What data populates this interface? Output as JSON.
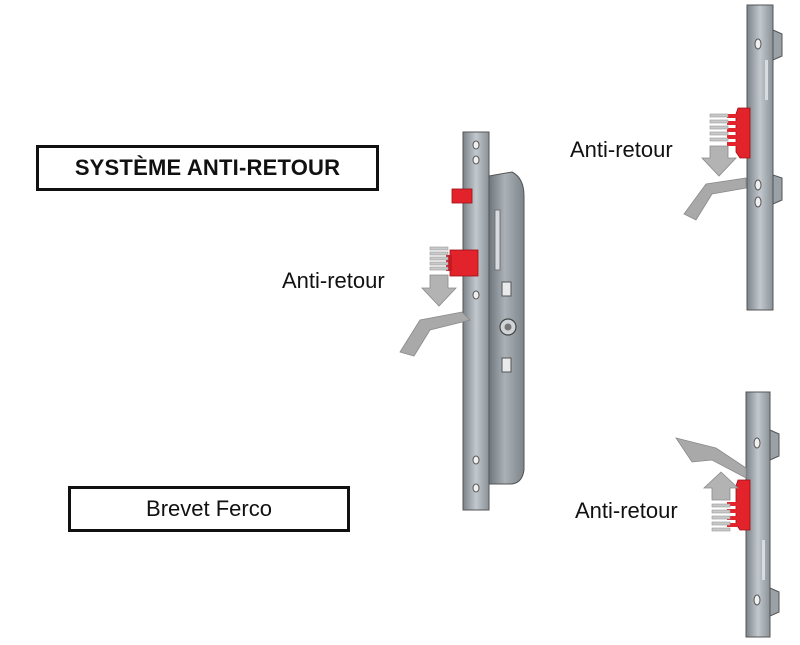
{
  "title": "SYSTÈME ANTI-RETOUR",
  "brevet": "Brevet Ferco",
  "labels": {
    "main": "Anti-retour",
    "top_detail": "Anti-retour",
    "bottom_detail": "Anti-retour"
  },
  "colors": {
    "steel": "#8d959c",
    "steel_light": "#c4cad0",
    "steel_dark": "#5e656b",
    "latch_red": "#e3232c",
    "arrow_grey": "#a9a9a9"
  },
  "icons": [
    "lock-mechanism-icon",
    "latch-detail-top-icon",
    "latch-detail-bottom-icon",
    "direction-arrow-icon"
  ]
}
